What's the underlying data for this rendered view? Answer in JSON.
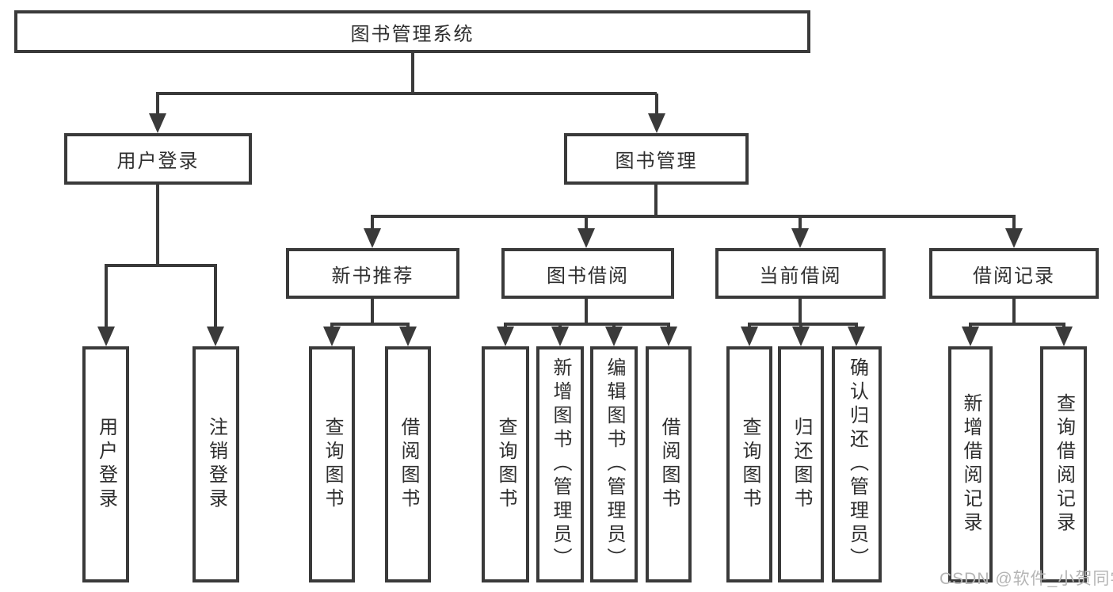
{
  "diagram": {
    "title": {
      "label": "图书管理系统"
    },
    "branches": [
      {
        "label": "用户登录",
        "leaves": [
          {
            "label": "用户登录"
          },
          {
            "label": "注销登录"
          }
        ]
      },
      {
        "label": "图书管理",
        "groups": [
          {
            "label": "新书推荐",
            "leaves": [
              {
                "label": "查询图书"
              },
              {
                "label": "借阅图书"
              }
            ]
          },
          {
            "label": "图书借阅",
            "leaves": [
              {
                "label": "查询图书"
              },
              {
                "label": "新增图书（管理员）"
              },
              {
                "label": "编辑图书（管理员）"
              },
              {
                "label": "借阅图书"
              }
            ]
          },
          {
            "label": "当前借阅",
            "leaves": [
              {
                "label": "查询图书"
              },
              {
                "label": "归还图书"
              },
              {
                "label": "确认归还（管理员）"
              }
            ]
          },
          {
            "label": "借阅记录",
            "leaves": [
              {
                "label": "新增借阅记录"
              },
              {
                "label": "查询借阅记录"
              }
            ]
          }
        ]
      }
    ]
  },
  "watermark": {
    "text": "CSDN @软件_小贺同学"
  },
  "colors": {
    "line": "#3a3a3a",
    "box_border": "#3a3a3a",
    "text": "#2e2e2e",
    "watermark": "#b5b5b5",
    "background": "#ffffff"
  }
}
